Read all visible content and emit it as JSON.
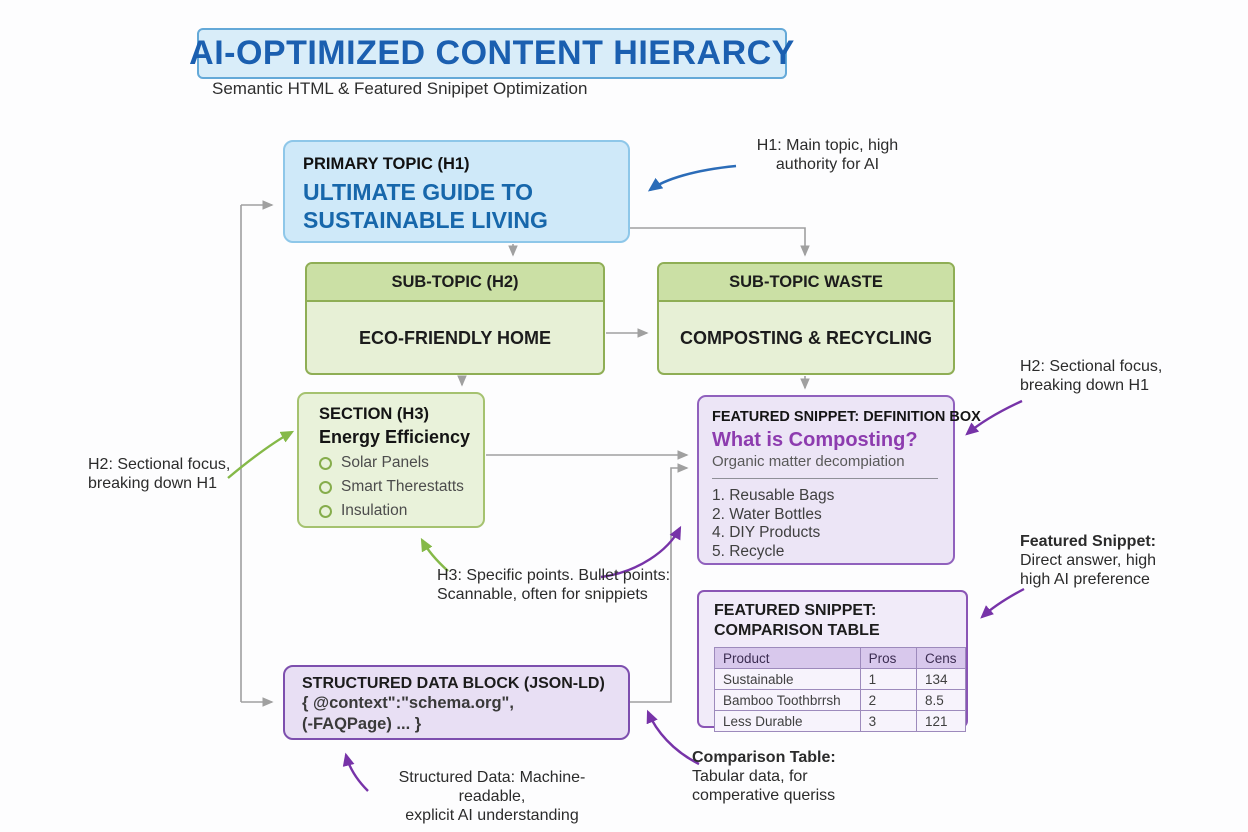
{
  "header": {
    "title": "AI-OPTIMIZED CONTENT HIERARCY",
    "subtitle": "Semantic HTML & Featured Snipipet Optimization"
  },
  "boxes": {
    "primary": {
      "label": "PRIMARY TOPIC (H1)",
      "title_line1": "ULTIMATE GUIDE TO",
      "title_line2": "SUSTAINABLE LIVING"
    },
    "subtopic_left": {
      "header": "SUB-TOPIC (H2)",
      "body": "ECO-FRIENDLY HOME"
    },
    "subtopic_right": {
      "header": "SUB-TOPIC WASTE",
      "body": "COMPOSTING & RECYCLING"
    },
    "section": {
      "label": "SECTION (H3)",
      "title": "Energy Efficiency",
      "bullets": [
        "Solar Panels",
        "Smart Therestatts",
        "Insulation"
      ]
    },
    "definition": {
      "label": "FEATURED SNIPPET: DEFINITION BOX",
      "question": "What is Composting?",
      "answer": "Organic matter decompiation",
      "list": [
        "1. Reusable Bags",
        "2. Water Bottles",
        "4. DIY Products",
        "5. Recycle"
      ]
    },
    "comparison": {
      "label_line1": "FEATURED SNIPPET:",
      "label_line2": "COMPARISON TABLE",
      "table": {
        "headers": [
          "Product",
          "Pros",
          "Cens"
        ],
        "rows": [
          [
            "Sustainable",
            "1",
            "134"
          ],
          [
            "Bamboo Toothbrrsh",
            "2",
            "8.5"
          ],
          [
            "Less Durable",
            "3",
            "121"
          ]
        ]
      }
    },
    "structured": {
      "label": "STRUCTURED DATA BLOCK (JSON-LD)",
      "code_line1": "{ @context\":\"schema.org\",",
      "code_line2": "(-FAQPage) ... }"
    }
  },
  "annotations": {
    "h1": {
      "l1": "H1: Main topic, high",
      "l2": "authority for AI"
    },
    "h2_right": {
      "l1": "H2: Sectional focus,",
      "l2": "breaking down H1"
    },
    "h2_left": {
      "l1": "H2: Sectional focus,",
      "l2": "breaking down H1"
    },
    "h3": {
      "l1": "H3: Specific points. Bullet points:",
      "l2": "Scannable, often for snippiets"
    },
    "featured_snippet": {
      "bold": "Featured Snippet:",
      "l1": "Direct answer, high",
      "l2": "high AI preference"
    },
    "structured_data": {
      "l1": "Structured Data: Machine-readable,",
      "l2": "explicit AI understanding"
    },
    "comparison_table": {
      "bold": "Comparison Table:",
      "l1": "Tabular data, for",
      "l2": "comperative queriss"
    }
  },
  "colors": {
    "blue_accent": "#1b5fb0",
    "green_accent": "#8fae55",
    "purple_accent": "#8a55b5",
    "connector_gray": "#a0a0a0",
    "arrow_blue": "#2b6cb8",
    "arrow_green": "#85b948",
    "arrow_purple": "#7733a8"
  }
}
